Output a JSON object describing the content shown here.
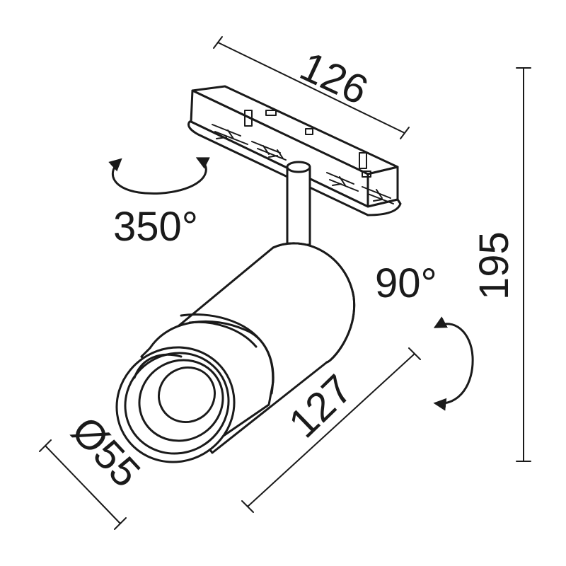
{
  "dimensions": {
    "track_length": "126",
    "total_height": "195",
    "body_length": "127",
    "diameter": "Ø55"
  },
  "rotation": {
    "horizontal": "350°",
    "vertical": "90°"
  },
  "colors": {
    "line": "#1a1a1a",
    "background": "#ffffff"
  }
}
